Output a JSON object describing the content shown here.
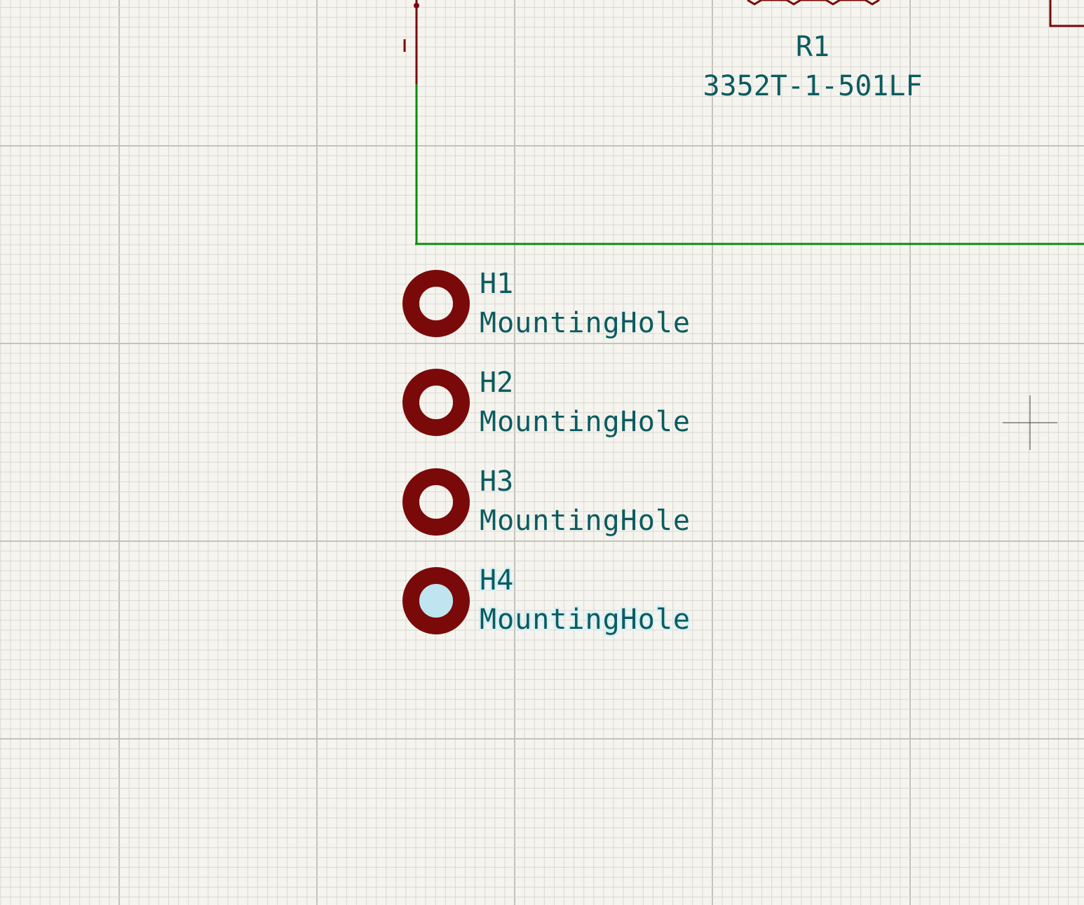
{
  "colors": {
    "background": "#f5f4ef",
    "grid_minor": "#d9d8d2",
    "grid_major": "#c3c2bc",
    "wire": "#0d8a0d",
    "component": "#7a0a0a",
    "field_text": "#0b5b5e",
    "cursor": "#444444",
    "highlight": "#bfe6f0"
  },
  "resistor": {
    "reference": "R1",
    "value": "3352T-1-501LF"
  },
  "mounting_holes": [
    {
      "reference": "H1",
      "value": "MountingHole"
    },
    {
      "reference": "H2",
      "value": "MountingHole"
    },
    {
      "reference": "H3",
      "value": "MountingHole"
    },
    {
      "reference": "H4",
      "value": "MountingHole",
      "selected": true
    }
  ]
}
